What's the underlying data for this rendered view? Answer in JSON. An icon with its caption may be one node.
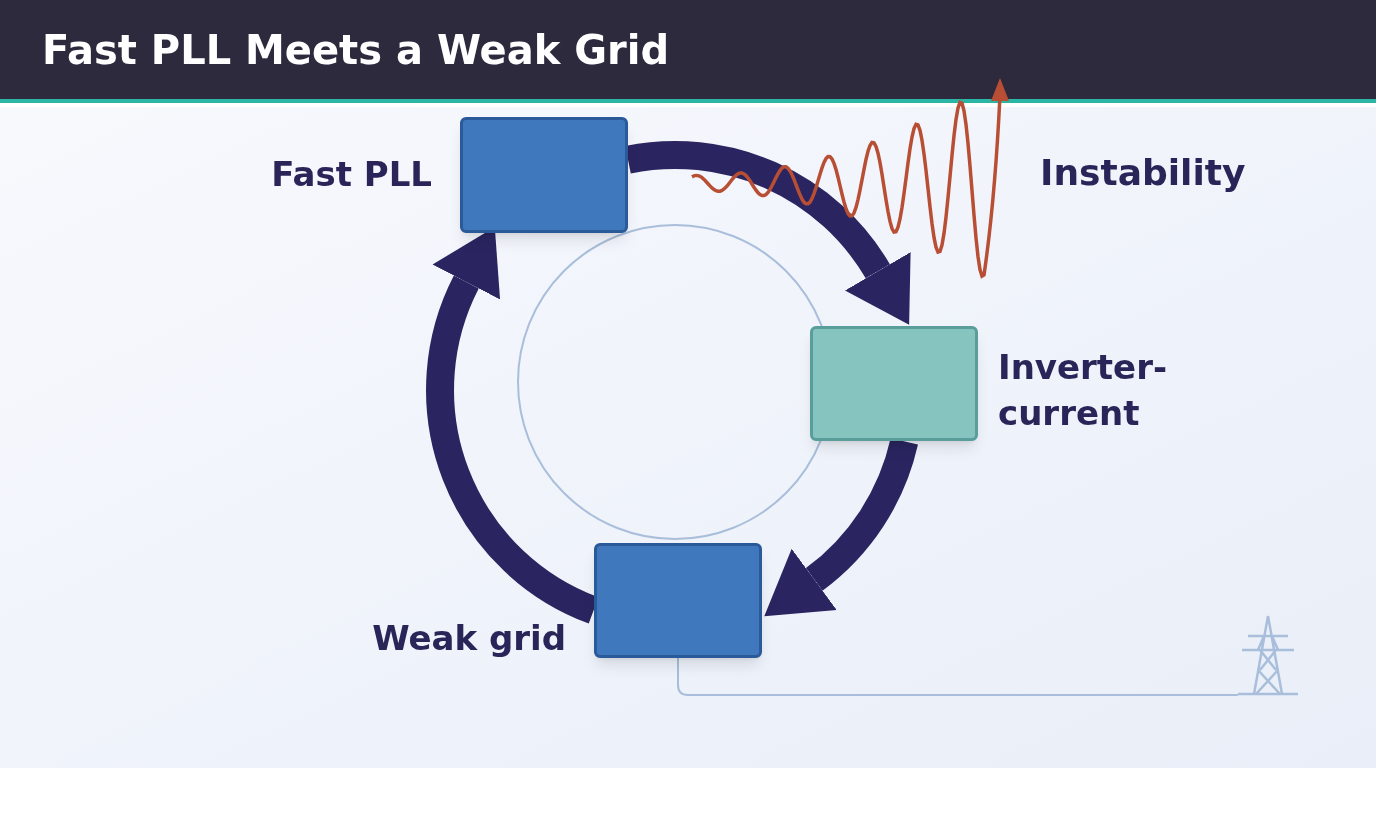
{
  "diagram": {
    "title": "Fast PLL Meets a Weak Grid",
    "nodes": [
      {
        "text": [
          "Fast PLL"
        ]
      },
      {
        "text": [
          "Inverter- current"
        ]
      },
      {
        "text": [
          "Weak grid"
        ]
      },
      {
        "text": [],
        "shape": "tower"
      }
    ],
    "edges": [
      {
        "from": 0,
        "to": 1,
        "arrow": "to"
      },
      {
        "from": 1,
        "to": 2,
        "arrow": "to"
      },
      {
        "from": 2,
        "to": 0,
        "arrow": "to"
      },
      {
        "from": 2,
        "to": 3,
        "arrow": "none",
        "color": "#a9bedb"
      }
    ],
    "labels": [
      "Instability"
    ]
  }
}
